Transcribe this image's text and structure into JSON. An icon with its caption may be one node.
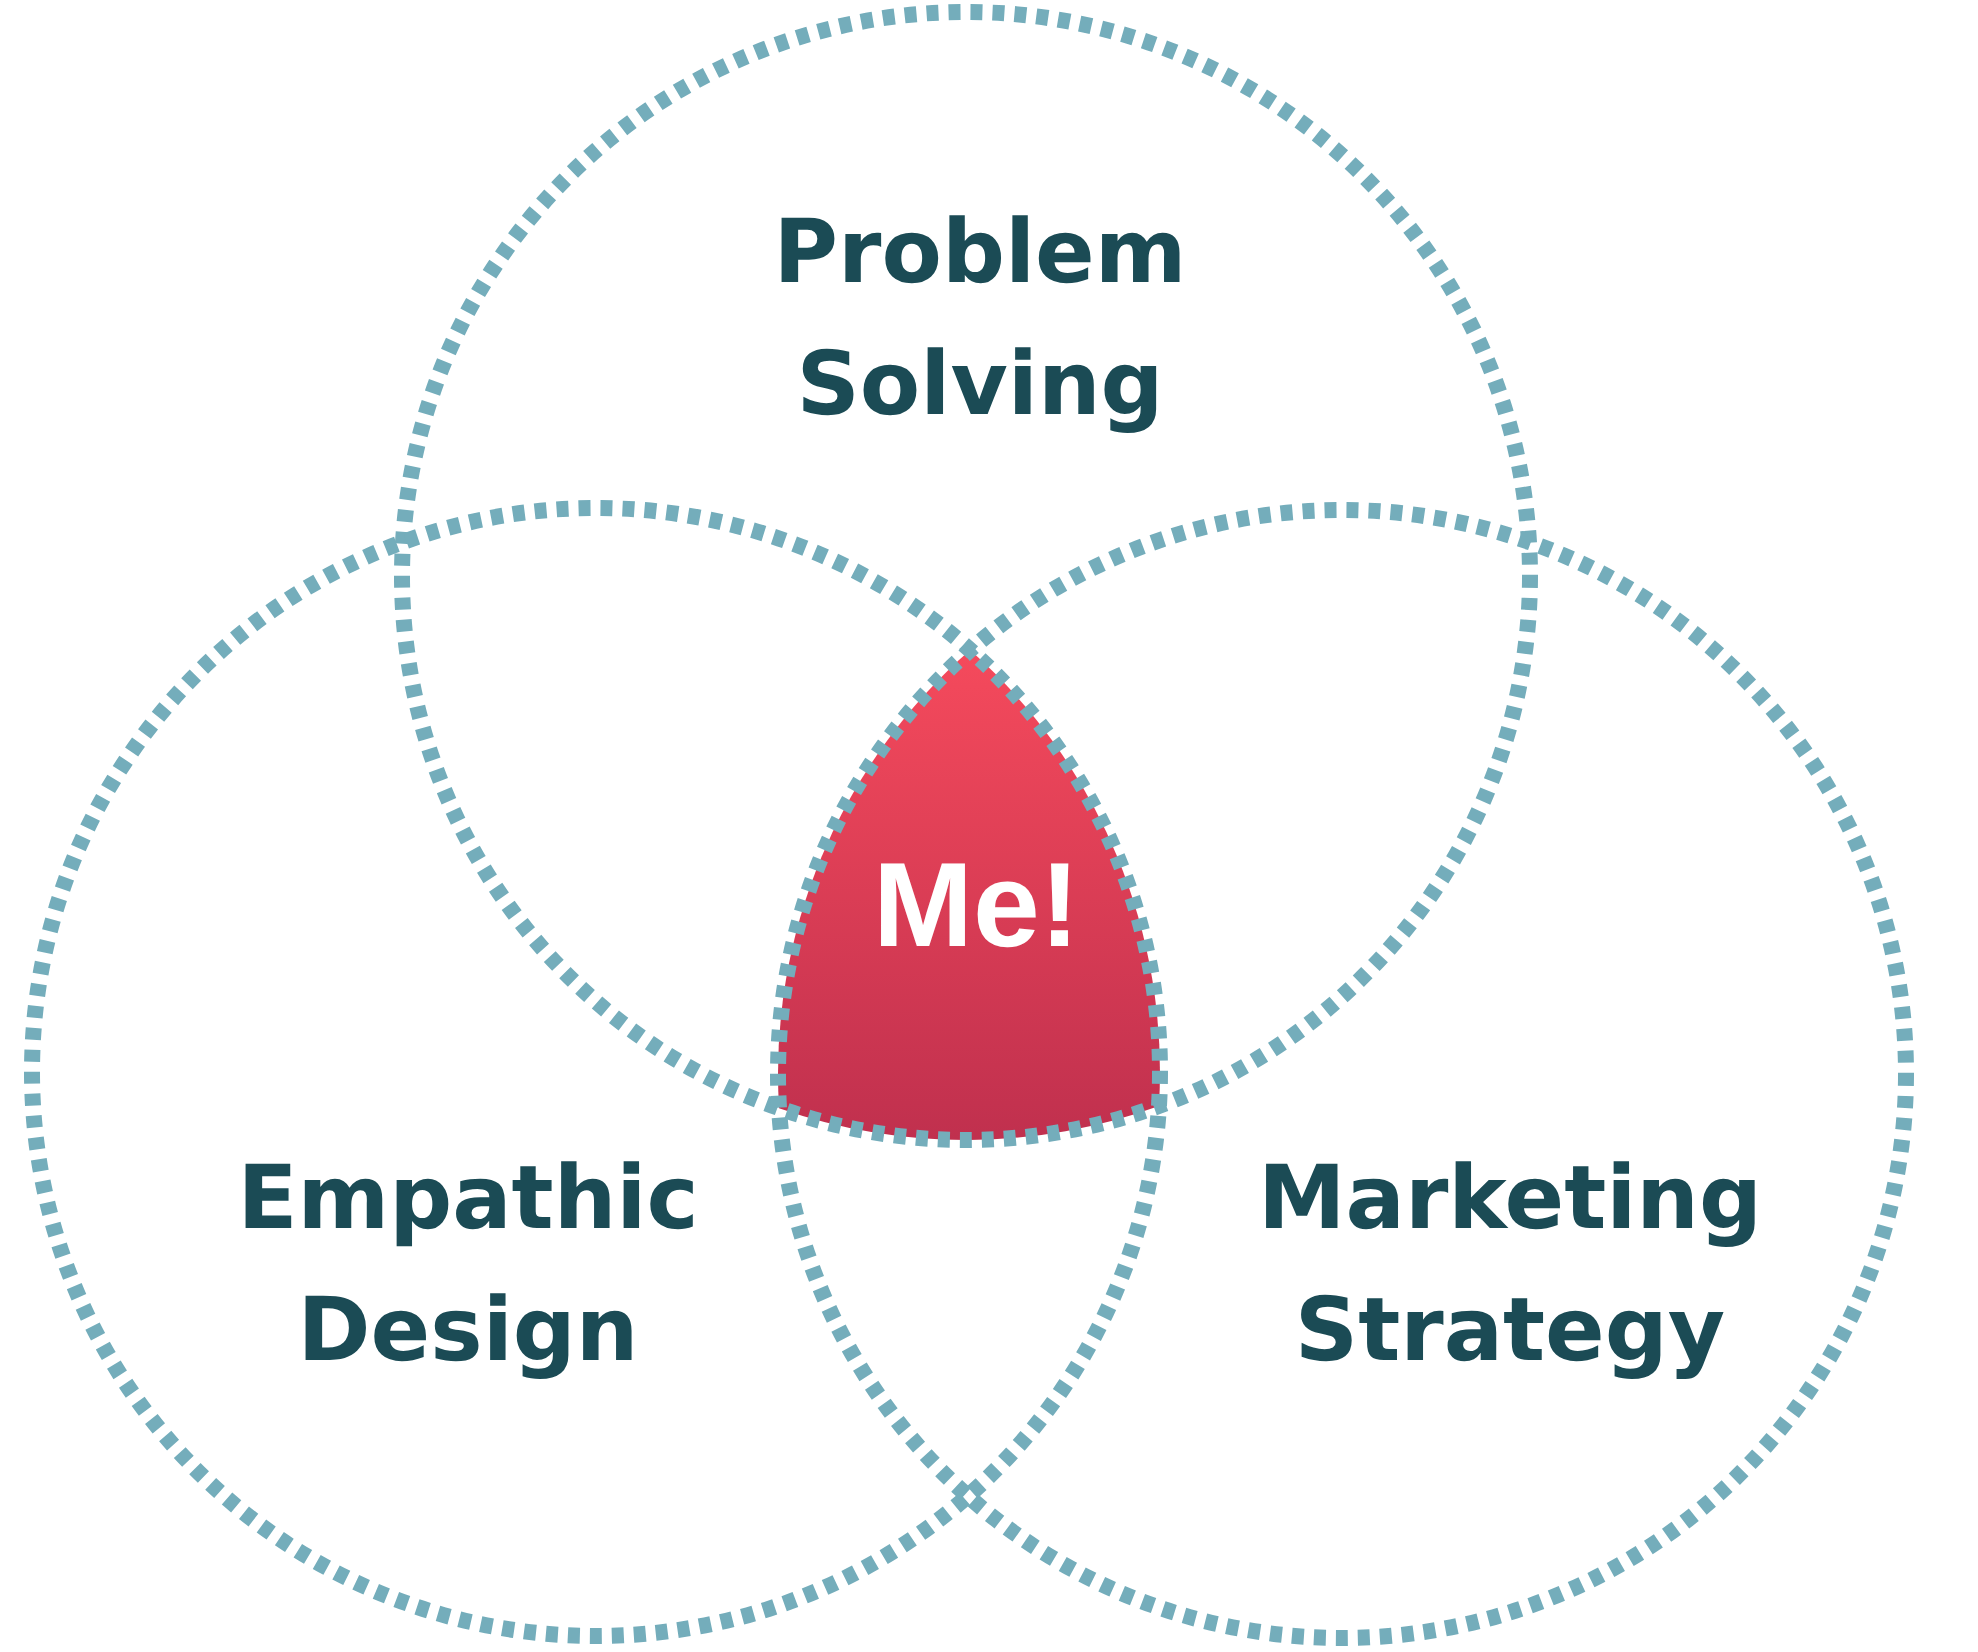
{
  "diagram": {
    "nodes": [
      {
        "text": [
          "Problem Solving"
        ]
      },
      {
        "text": [
          "Me!"
        ]
      },
      {
        "text": [
          "Empathic Design"
        ]
      },
      {
        "text": [
          "Marketing Strategy"
        ]
      }
    ]
  }
}
